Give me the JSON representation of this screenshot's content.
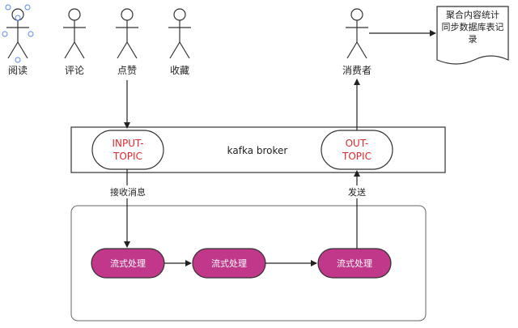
{
  "actors": {
    "read": "阅读",
    "comment": "评论",
    "like": "点赞",
    "collect": "收藏",
    "consumer": "消费者"
  },
  "document": {
    "lines": [
      "聚合内容统计",
      "同步数据库表记",
      "录"
    ]
  },
  "broker": {
    "label": "kafka broker",
    "input_topic_lines": [
      "INPUT-",
      "TOPIC"
    ],
    "output_topic_lines": [
      "OUT-",
      "TOPIC"
    ]
  },
  "edges": {
    "receive": "接收消息",
    "send": "发送"
  },
  "processing": {
    "nodes": [
      "流式处理",
      "流式处理",
      "流式处理"
    ]
  },
  "colors": {
    "topic_text": "#e0282e",
    "process_fill": "#c1378a",
    "line": "#222222"
  }
}
